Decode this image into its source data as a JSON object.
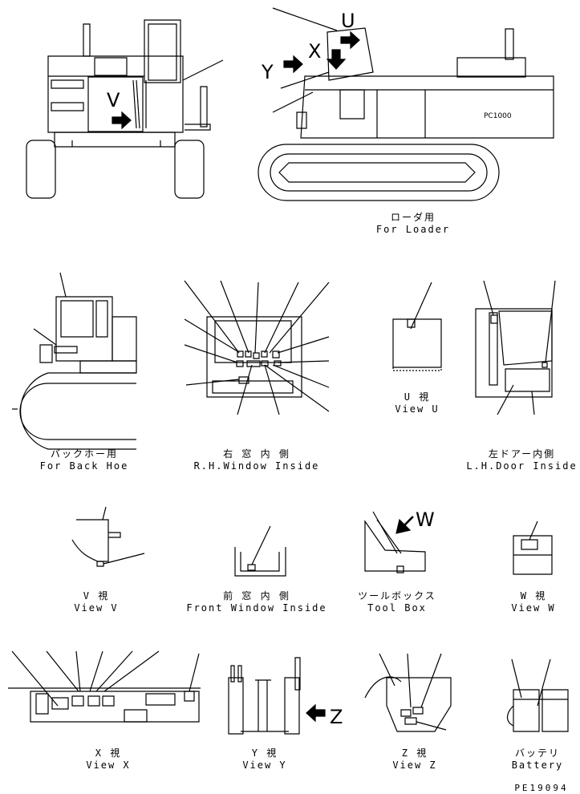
{
  "labels": {
    "loader": {
      "jp": "ローダ用",
      "en": "For Loader"
    },
    "backhoe": {
      "jp": "バックホー用",
      "en": "For Back Hoe"
    },
    "rh_window": {
      "jp": "右 窓 内 側",
      "en": "R.H.Window Inside"
    },
    "view_u": {
      "jp": "U 視",
      "en": "View U"
    },
    "lh_door": {
      "jp": "左ドアー内側",
      "en": "L.H.Door Inside"
    },
    "view_v": {
      "jp": "V 視",
      "en": "View V"
    },
    "front_window": {
      "jp": "前 窓 内 側",
      "en": "Front Window Inside"
    },
    "toolbox": {
      "jp": "ツールボックス",
      "en": "Tool Box"
    },
    "view_w": {
      "jp": "W 視",
      "en": "View W"
    },
    "view_x": {
      "jp": "X 視",
      "en": "View X"
    },
    "view_y": {
      "jp": "Y 視",
      "en": "View Y"
    },
    "view_z": {
      "jp": "Z 視",
      "en": "View Z"
    },
    "battery": {
      "jp": "バッテリ",
      "en": "Battery"
    }
  },
  "view_letters": {
    "u": "U",
    "x": "X",
    "y": "Y",
    "v": "V",
    "w": "W",
    "z": "Z"
  },
  "machine_model": "PC1000",
  "drawing_number": "PE19094"
}
